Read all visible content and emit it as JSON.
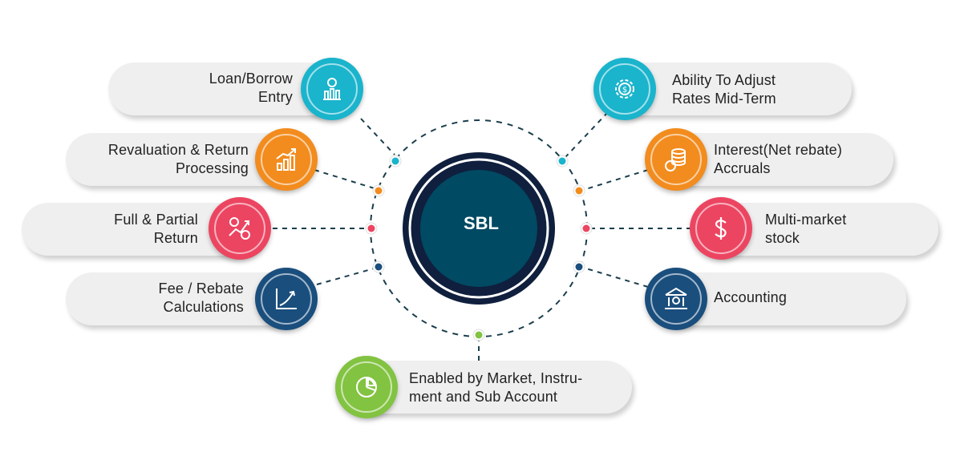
{
  "hub": {
    "label": "SBL"
  },
  "colors": {
    "teal": "#1ab4cc",
    "orange": "#f28c1e",
    "red": "#ec4561",
    "navy": "#1a4e7d",
    "green": "#82c341",
    "hub_outer": "#0f1f3d",
    "hub_inner": "#004a63",
    "dash": "#1a3e4c"
  },
  "features": {
    "loan_borrow": {
      "line1": "Loan/Borrow",
      "line2": "Entry",
      "icon": "money-chart-icon"
    },
    "revaluation": {
      "line1": "Revaluation & Return",
      "line2": "Processing",
      "icon": "growth-chart-icon"
    },
    "full_partial": {
      "line1": "Full & Partial",
      "line2": "Return",
      "icon": "money-flow-icon"
    },
    "fee_rebate": {
      "line1": "Fee / Rebate",
      "line2": "Calculations",
      "icon": "trend-up-icon"
    },
    "adjust_rates": {
      "line1": "Ability To Adjust",
      "line2": "Rates Mid-Term",
      "icon": "gear-dollar-icon"
    },
    "interest": {
      "line1": "Interest(Net rebate)",
      "line2": "Accruals",
      "icon": "coin-stack-icon"
    },
    "multi_market": {
      "line1": "Multi-market",
      "line2": "stock",
      "icon": "dollar-icon"
    },
    "accounting": {
      "line1": "Accounting",
      "line2": "",
      "icon": "bank-icon"
    },
    "enabled_by": {
      "line1": "Enabled by Market, Instru-",
      "line2": "ment and Sub Account",
      "icon": "pie-chart-icon"
    }
  }
}
